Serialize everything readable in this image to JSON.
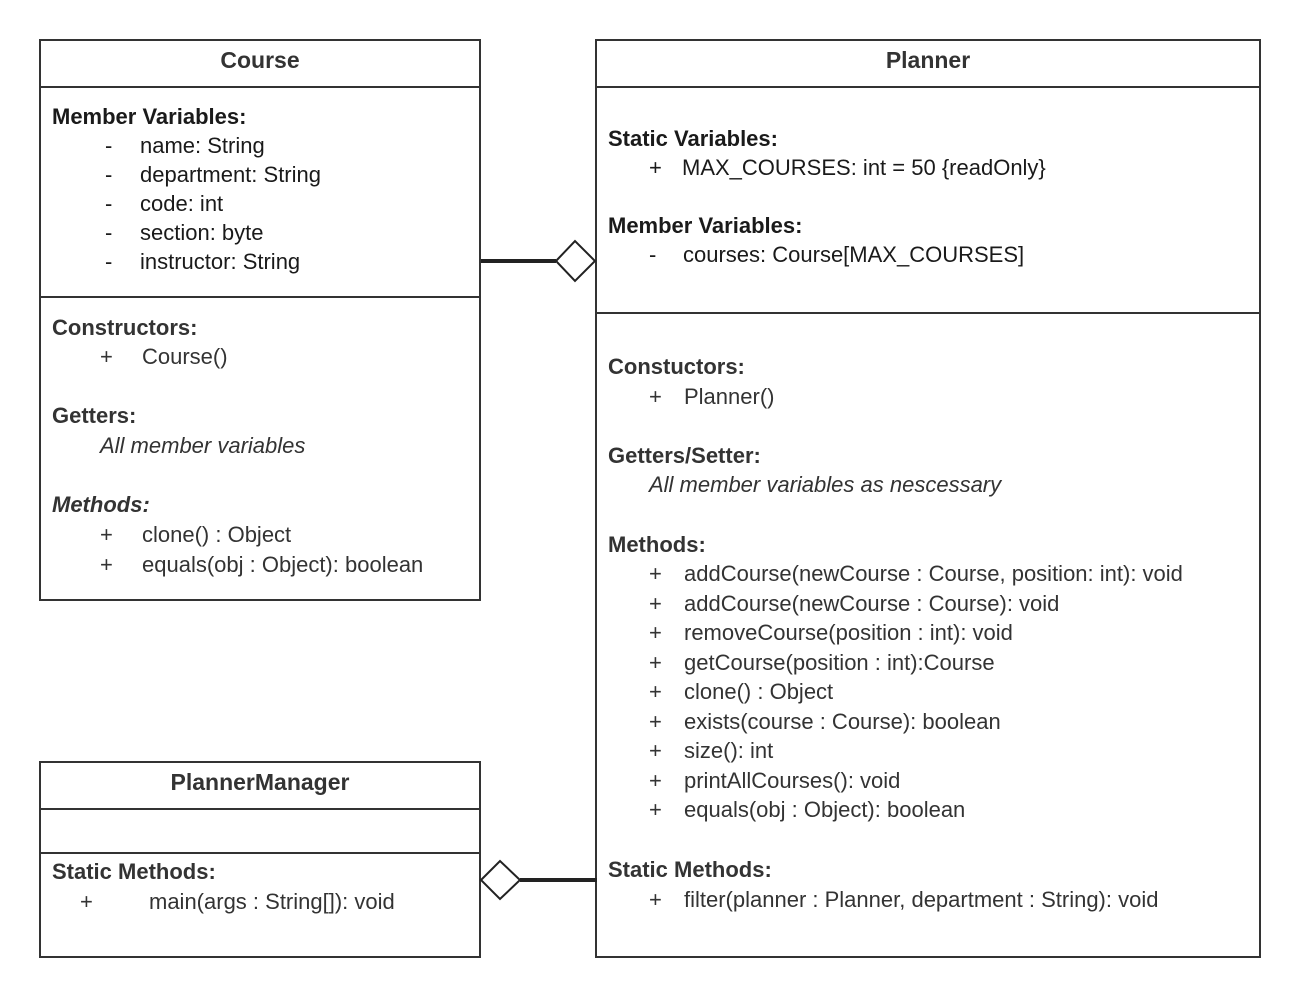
{
  "course": {
    "title": "Course",
    "member_vars_heading": "Member Variables:",
    "member_vars": [
      {
        "vis": "-",
        "text": "name: String"
      },
      {
        "vis": "-",
        "text": "department: String"
      },
      {
        "vis": "-",
        "text": "code: int"
      },
      {
        "vis": "-",
        "text": "section: byte"
      },
      {
        "vis": "-",
        "text": "instructor: String"
      }
    ],
    "constructors_heading": "Constructors:",
    "constructors": [
      {
        "vis": "+",
        "text": "Course()"
      }
    ],
    "getters_heading": "Getters:",
    "getters_note": "All member variables",
    "methods_heading": "Methods:",
    "methods": [
      {
        "vis": "+",
        "text": "clone() : Object"
      },
      {
        "vis": "+",
        "text": "equals(obj : Object): boolean"
      }
    ]
  },
  "planner": {
    "title": "Planner",
    "static_vars_heading": "Static Variables:",
    "static_vars": [
      {
        "vis": "+",
        "text": "MAX_COURSES: int = 50 {readOnly}"
      }
    ],
    "member_vars_heading": "Member Variables:",
    "member_vars": [
      {
        "vis": "-",
        "text": "courses: Course[MAX_COURSES]"
      }
    ],
    "constructors_heading": "Constuctors:",
    "constructors": [
      {
        "vis": "+",
        "text": "Planner()"
      }
    ],
    "getters_heading": "Getters/Setter:",
    "getters_note": "All member variables as nescessary",
    "methods_heading": "Methods:",
    "methods": [
      {
        "vis": "+",
        "text": "addCourse(newCourse : Course, position: int): void"
      },
      {
        "vis": "+",
        "text": "addCourse(newCourse : Course): void"
      },
      {
        "vis": "+",
        "text": "removeCourse(position : int): void"
      },
      {
        "vis": "+",
        "text": "getCourse(position : int):Course"
      },
      {
        "vis": "+",
        "text": "clone() : Object"
      },
      {
        "vis": "+",
        "text": "exists(course : Course): boolean"
      },
      {
        "vis": "+",
        "text": "size(): int"
      },
      {
        "vis": "+",
        "text": "printAllCourses(): void"
      },
      {
        "vis": "+",
        "text": "equals(obj : Object): boolean"
      }
    ],
    "static_methods_heading": "Static Methods:",
    "static_methods": [
      {
        "vis": "+",
        "text": "filter(planner : Planner, department : String): void"
      }
    ]
  },
  "planner_manager": {
    "title": "PlannerManager",
    "static_methods_heading": "Static Methods:",
    "static_methods": [
      {
        "vis": "+",
        "text": "main(args : String[]): void"
      }
    ]
  }
}
